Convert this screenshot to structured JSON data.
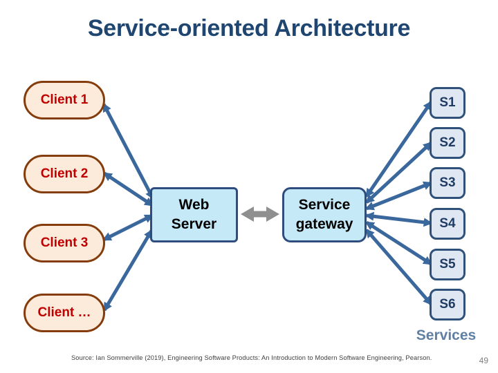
{
  "title": "Service-oriented Architecture",
  "diagram": {
    "clients": [
      {
        "label": "Client 1"
      },
      {
        "label": "Client 2"
      },
      {
        "label": "Client 3"
      },
      {
        "label": "Client …"
      }
    ],
    "web_server": {
      "lines": [
        "Web",
        "Server"
      ]
    },
    "service_gateway": {
      "lines": [
        "Service",
        "gateway"
      ]
    },
    "services": {
      "items": [
        "S1",
        "S2",
        "S3",
        "S4",
        "S5",
        "S6"
      ],
      "caption": "Services"
    }
  },
  "footer": {
    "source": "Source: Ian Sommerville (2019), Engineering Software Products: An Introduction to Modern Software Engineering, Pearson.",
    "page_number": "49"
  },
  "colors": {
    "title_text": "#1F4670",
    "client_fill": "#FCEBDB",
    "client_border": "#843C0C",
    "client_text": "#C00000",
    "server_fill": "#C5E9F7",
    "server_border": "#2E4D7E",
    "service_fill": "#DEE7F2",
    "service_border": "#2F5078",
    "service_text": "#1F3B63",
    "arrow_blue": "#3A679C",
    "arrow_gray": "#8F8F8F",
    "services_caption_text": "#5F7FA3"
  }
}
